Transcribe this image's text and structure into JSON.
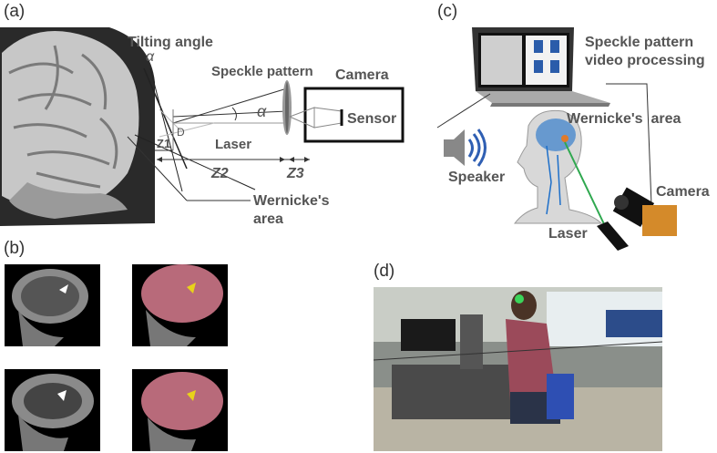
{
  "panels": {
    "a": {
      "label": "(a)",
      "tilting_angle": "Tilting angle",
      "alpha_symbol": "α",
      "speckle_pattern": "Speckle pattern",
      "camera": "Camera",
      "sensor": "Sensor",
      "laser": "Laser",
      "d": "D",
      "z1": "Z1",
      "z2": "Z2",
      "z3": "Z3",
      "wernicke_line1": "Wernicke's",
      "wernicke_line2": "area"
    },
    "b": {
      "label": "(b)"
    },
    "c": {
      "label": "(c)",
      "video_line1": "Speckle pattern",
      "video_line2": "video processing",
      "wernicke": "Wernicke's  area",
      "speaker": "Speaker",
      "camera": "Camera",
      "laser": "Laser"
    },
    "d": {
      "label": "(d)"
    }
  },
  "colors": {
    "brain_pink": "#d9a0a8",
    "mri_overlay": "#b86a7a",
    "arrow_yellow": "#e8d21a",
    "laser_green": "#2fa84f",
    "speaker_blue": "#2f5fb3",
    "neuron_blue": "#1d6fc9"
  }
}
